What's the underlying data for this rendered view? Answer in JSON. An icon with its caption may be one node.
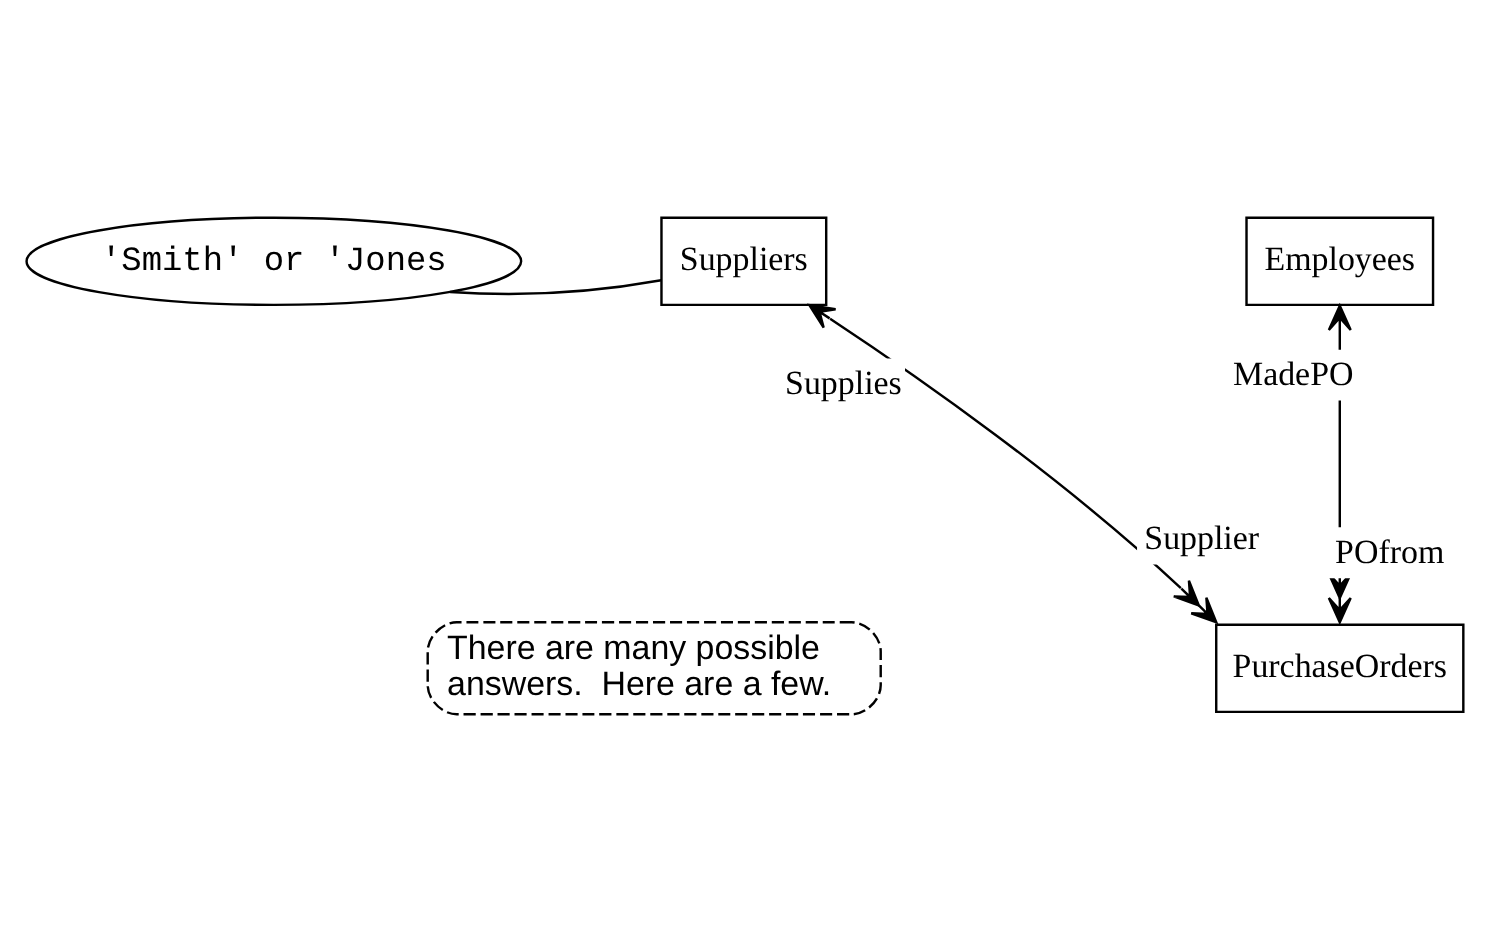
{
  "diagram": {
    "nodes": [
      {
        "text": [
          "Suppliers"
        ]
      },
      {
        "text": [
          "Employees"
        ]
      },
      {
        "text": [
          "'Smith' or 'Jones"
        ]
      },
      {
        "text": [
          "There are many possible answers.  Here are a few."
        ]
      },
      {
        "text": [
          "PurchaseOrders"
        ]
      }
    ],
    "edges": [
      {
        "from": 2,
        "to": 0,
        "arrow": "none"
      },
      {
        "from": 0,
        "to": 4,
        "arrow": "both",
        "label": "Supplies"
      },
      {
        "from": 1,
        "to": 4,
        "arrow": "both",
        "label": "MadePO"
      }
    ],
    "labels": [
      "Supplier",
      "POfrom"
    ]
  }
}
